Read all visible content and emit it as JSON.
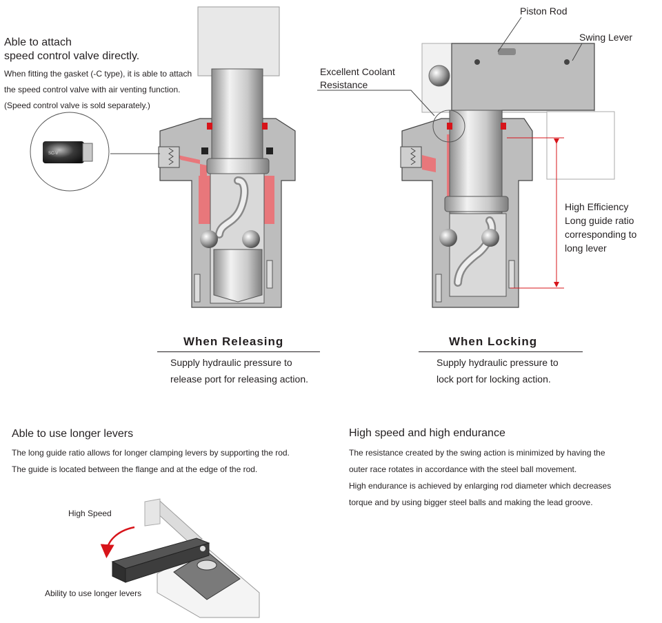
{
  "intro": {
    "title_line1": "Able to attach",
    "title_line2": "speed control valve directly.",
    "body": [
      "When fitting the gasket (-C type), it is able to attach",
      "the speed control valve with air venting function.",
      "(Speed control valve is sold separately.)"
    ]
  },
  "releasing": {
    "caption": "When Releasing",
    "desc": [
      "Supply hydraulic pressure to",
      "release port for releasing action."
    ]
  },
  "locking": {
    "caption": "When Locking",
    "desc": [
      "Supply hydraulic pressure to",
      "lock port for locking action."
    ]
  },
  "callouts": {
    "piston_rod": "Piston Rod",
    "swing_lever": "Swing Lever",
    "coolant": [
      "Excellent Coolant",
      "Resistance"
    ],
    "efficiency": [
      "High Efficiency",
      "Long guide ratio",
      "corresponding to",
      "long lever"
    ]
  },
  "longer_levers": {
    "title": "Able to use longer levers",
    "body": [
      "The long guide ratio allows for longer clamping levers by supporting the rod.",
      "The guide is located between the flange and at the edge of the rod."
    ],
    "label_speed": "High Speed",
    "label_levers": "Ability to use longer levers"
  },
  "endurance": {
    "title": "High speed and high endurance",
    "body": [
      "The resistance created by the swing action is minimized by having the",
      "outer race rotates in accordance with the steel ball movement.",
      "High endurance is achieved by enlarging rod diameter which decreases",
      "torque and by using bigger steel balls and making the lead groove."
    ]
  },
  "colors": {
    "oil": "#e8777b",
    "accent": "#d7141a",
    "metal": "#b8b8b8",
    "dark": "#3b3b3b"
  }
}
